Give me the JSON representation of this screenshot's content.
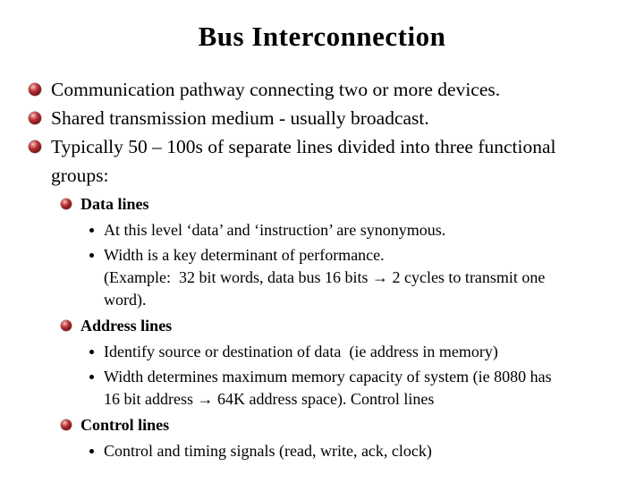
{
  "slide": {
    "title": "Bus Interconnection",
    "colors": {
      "background": "#ffffff",
      "text": "#000000",
      "bullet_sphere": "#8f1b1d",
      "bullet_highlight": "#f8cccc"
    },
    "bullets": [
      {
        "level": 1,
        "text": "Communication pathway connecting two or more devices."
      },
      {
        "level": 1,
        "text": "Shared transmission medium - usually broadcast."
      },
      {
        "level": 1,
        "text": "Typically 50 – 100s of separate lines divided into three functional\ngroups:"
      },
      {
        "level": 2,
        "text": "Data lines"
      },
      {
        "level": 3,
        "text": "At this level ‘data’ and ‘instruction’ are synonymous."
      },
      {
        "level": 3,
        "text": "Width is a key determinant of performance.\n(Example:  32 bit words, data bus 16 bits → 2 cycles to transmit one\nword)."
      },
      {
        "level": 2,
        "text": "Address lines"
      },
      {
        "level": 3,
        "text": "Identify source or destination of data  (ie address in memory)"
      },
      {
        "level": 3,
        "text": "Width determines maximum memory capacity of system (ie 8080 has\n16 bit address → 64K address space). Control lines"
      },
      {
        "level": 2,
        "text": "Control lines"
      },
      {
        "level": 3,
        "text": "Control and timing signals (read, write, ack, clock)"
      }
    ]
  }
}
